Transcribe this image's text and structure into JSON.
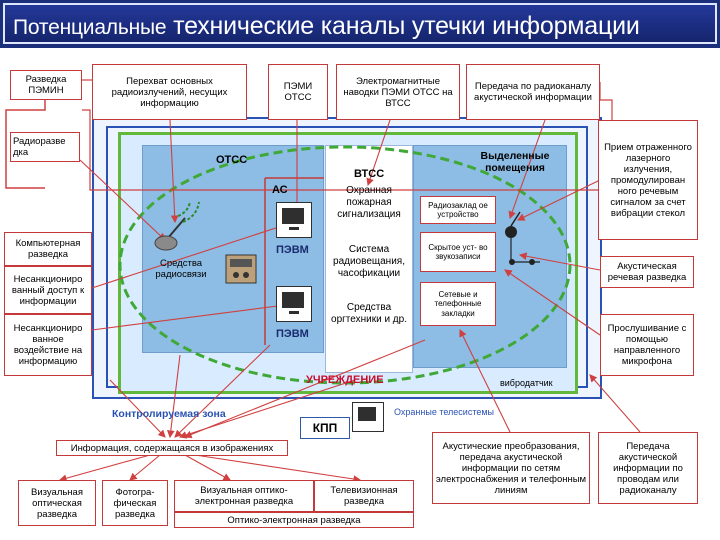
{
  "title": {
    "part1": "Потенциальные",
    "part2": "технические каналы утечки информации"
  },
  "left_boxes": {
    "razvedka_pemin": "Разведка ПЭМИН",
    "radiorazvedka": "Радиоразве дка",
    "komp_razvedka": "Компьютерная разведка",
    "nesank_dostup": "Несанкциониро ванный доступ к информации",
    "nesank_vozd": "Несанкциониро ванное воздействие на информацию"
  },
  "top_boxes": {
    "perehvat": "Перехват основных радиоизлучений, несущих информацию",
    "pemi_otss": "ПЭМИ ОТСС",
    "elmag_navodki": "Электромагнитные наводки ПЭМИ ОТСС на ВТСС",
    "peredacha_radio": "Передача по радиоканалу акустической информации"
  },
  "right_boxes": {
    "lazer": "Прием отраженного лазерного излучения, промодулирован ного речевым сигналом за счет вибрации стекол",
    "akust_rech": "Акустическая речевая разведка",
    "proslush": "Прослушивание с помощью направленного микрофона",
    "peredacha_provod": "Передача акустической информации по проводам или радиоканалу"
  },
  "bottom_boxes": {
    "akust_preobr": "Акустические преобразования, передача акустической информации по сетям электроснабжения и телефонным линиям",
    "info_izobr": "Информация, содержащаяся в изображениях",
    "viz_opt": "Визуальная оптическая разведка",
    "foto": "Фотогра- фическая разведка",
    "viz_opt_el": "Визуальная оптико- электронная разведка",
    "tv": "Телевизионная разведка",
    "opt_el": "Оптико-электронная разведка"
  },
  "zones": {
    "otss": "ОТСС",
    "as": "АС",
    "pevm1": "ПЭВМ",
    "pevm2": "ПЭВМ",
    "sredstva_radio": "Средства радиосвязи",
    "vtss": "ВТСС",
    "ohran_pozh": "Охранная пожарная сигнализация",
    "sistema_zvuk": "Система радиовещания, часофикации",
    "sredstva_orgtech": "Средства оргтехники и др.",
    "vydel_pom": "Выделенные помещения",
    "radiozaklad": "Радиозаклад ое устройство",
    "skryt_ustr": "Скрытое уст- во звукозаписи",
    "setevye": "Сетевые и телефонные закладки",
    "uchrezhdenie": "УЧРЕЖДЕНИЕ",
    "vibrodatchik": "вибродатчик",
    "kontrol_zona": "Контролируемая зона",
    "kpp": "КПП",
    "ohran_tv": "Охранные телесистемы"
  },
  "colors": {
    "title_bg": "#1c2f7a",
    "box_border": "#c43a3a",
    "arrow": "#d04040",
    "zone_fill": "#8dbde4",
    "ellipse": "#3fa836",
    "label_red": "#c8102e"
  },
  "icons": [
    "antenna-icon",
    "radio-phone-icon",
    "monitor-icon",
    "tv-camera-icon",
    "microphone-icon",
    "chip-icon"
  ]
}
